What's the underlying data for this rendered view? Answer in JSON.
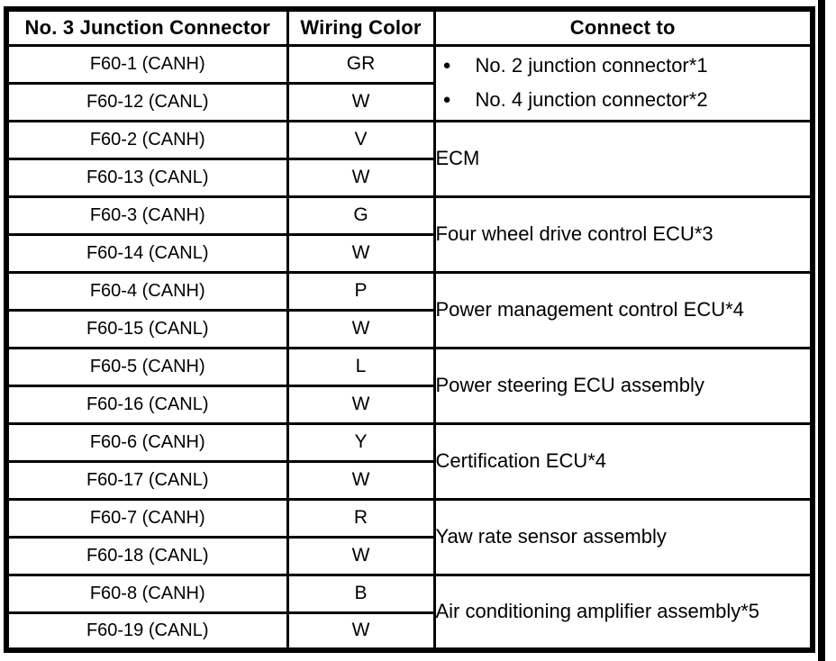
{
  "colors": {
    "ink": "#000000",
    "paper": "#ffffff"
  },
  "icons": {
    "bullet_glyph": "●"
  },
  "table": {
    "headers": [
      "No. 3 Junction Connector",
      "Wiring Color",
      "Connect to"
    ],
    "groups": [
      {
        "rows": [
          {
            "pin": "F60-1 (CANH)",
            "color": "GR"
          },
          {
            "pin": "F60-12 (CANL)",
            "color": "W"
          }
        ],
        "connect_to_bullets": [
          "No. 2 junction connector*1",
          "No. 4 junction connector*2"
        ]
      },
      {
        "rows": [
          {
            "pin": "F60-2 (CANH)",
            "color": "V"
          },
          {
            "pin": "F60-13 (CANL)",
            "color": "W"
          }
        ],
        "connect_to": "ECM"
      },
      {
        "rows": [
          {
            "pin": "F60-3 (CANH)",
            "color": "G"
          },
          {
            "pin": "F60-14 (CANL)",
            "color": "W"
          }
        ],
        "connect_to": "Four wheel drive control ECU*3"
      },
      {
        "rows": [
          {
            "pin": "F60-4 (CANH)",
            "color": "P"
          },
          {
            "pin": "F60-15 (CANL)",
            "color": "W"
          }
        ],
        "connect_to": "Power management control ECU*4"
      },
      {
        "rows": [
          {
            "pin": "F60-5 (CANH)",
            "color": "L"
          },
          {
            "pin": "F60-16 (CANL)",
            "color": "W"
          }
        ],
        "connect_to": "Power steering ECU assembly"
      },
      {
        "rows": [
          {
            "pin": "F60-6 (CANH)",
            "color": "Y"
          },
          {
            "pin": "F60-17 (CANL)",
            "color": "W"
          }
        ],
        "connect_to": "Certification ECU*4"
      },
      {
        "rows": [
          {
            "pin": "F60-7 (CANH)",
            "color": "R"
          },
          {
            "pin": "F60-18 (CANL)",
            "color": "W"
          }
        ],
        "connect_to": "Yaw rate sensor assembly"
      },
      {
        "rows": [
          {
            "pin": "F60-8 (CANH)",
            "color": "B"
          },
          {
            "pin": "F60-19 (CANL)",
            "color": "W"
          }
        ],
        "connect_to": "Air conditioning amplifier assembly*5"
      }
    ]
  }
}
